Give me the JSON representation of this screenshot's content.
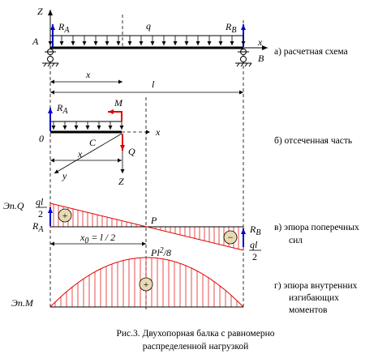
{
  "panel_a": {
    "axis_z": "Z",
    "reaction_a": "R",
    "reaction_a_sub": "A",
    "reaction_b": "R",
    "reaction_b_sub": "B",
    "load": "q",
    "point_a": "A",
    "point_b": "B",
    "axis_x": "x",
    "dim_x": "x",
    "dim_l": "l",
    "caption": "а) расчетная схема"
  },
  "panel_b": {
    "reaction_a": "R",
    "reaction_a_sub": "A",
    "moment": "M",
    "origin": "0",
    "axis_x": "x",
    "centroid": "C",
    "shear": "Q",
    "axis_y": "y",
    "axis_z": "Z",
    "dim_x": "x",
    "caption": "б) отсеченная часть"
  },
  "panel_c": {
    "ylabel": "Эп.Q",
    "left_num": "ql",
    "left_den": "2",
    "left_reaction": "R",
    "left_reaction_sub": "A",
    "zero_point": "P",
    "x0_label": "x",
    "x0_sub": "0",
    "x0_value": " = l / 2",
    "right_reaction": "R",
    "right_reaction_sub": "B",
    "right_num": "ql",
    "right_den": "2",
    "plus_sign": "+",
    "minus_sign": "−",
    "caption_line1": "в) эпюра поперечных",
    "caption_line2": "сил"
  },
  "panel_d": {
    "ylabel": "Эп.М",
    "max_label": "Pl",
    "max_sup": "2",
    "max_rest": "/8",
    "plus_sign": "+",
    "caption_line1": "г) эпюра внутренних",
    "caption_line2": "изгибающих",
    "caption_line3": "моментов"
  },
  "figure_caption": {
    "line1": "Рис.3. Двухопорная балка с равномерно",
    "line2": "распределенной нагрузкой"
  },
  "colors": {
    "reaction": "#0000cc",
    "section_force": "#e00000",
    "diagram": "#e00000",
    "line": "#000000"
  }
}
